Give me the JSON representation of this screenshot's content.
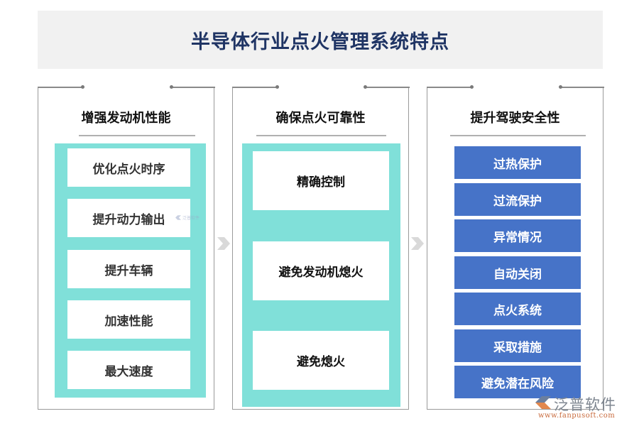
{
  "header": {
    "title": "半导体行业点火管理系统特点"
  },
  "panels": [
    {
      "heading": "增强发动机性能",
      "items": [
        "优化点火时序",
        "提升动力输出",
        "提升车辆",
        "加速性能",
        "最大速度"
      ]
    },
    {
      "heading": "确保点火可靠性",
      "items": [
        "精确控制",
        "避免发动机熄火",
        "避免熄火"
      ]
    },
    {
      "heading": "提升驾驶安全性",
      "items": [
        "过热保护",
        "过流保护",
        "异常情况",
        "自动关闭",
        "点火系统",
        "采取措施",
        "避免潜在风险"
      ]
    }
  ],
  "colors": {
    "title": "#1f3464",
    "header_bg": "#f1f1f1",
    "teal": "#80e0d9",
    "blue": "#4673c8",
    "arrow": "#d9d9d9"
  },
  "watermark": {
    "name": "泛普软件",
    "url": "www.fanpusoft.com",
    "small_name": "泛普软件"
  }
}
